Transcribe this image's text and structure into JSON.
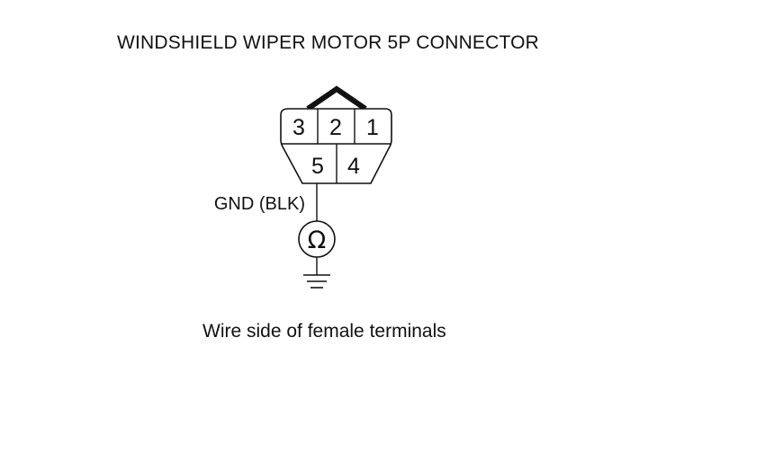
{
  "diagram": {
    "title": "WINDSHIELD WIPER MOTOR 5P CONNECTOR",
    "caption": "Wire side of female terminals",
    "connector": {
      "pins_top": [
        "3",
        "2",
        "1"
      ],
      "pins_bottom": [
        "5",
        "4"
      ]
    },
    "wire_label": "GND (BLK)",
    "meter_symbol": "Ω",
    "meter_icon": "ohmmeter-icon",
    "ground_icon": "ground-icon"
  }
}
